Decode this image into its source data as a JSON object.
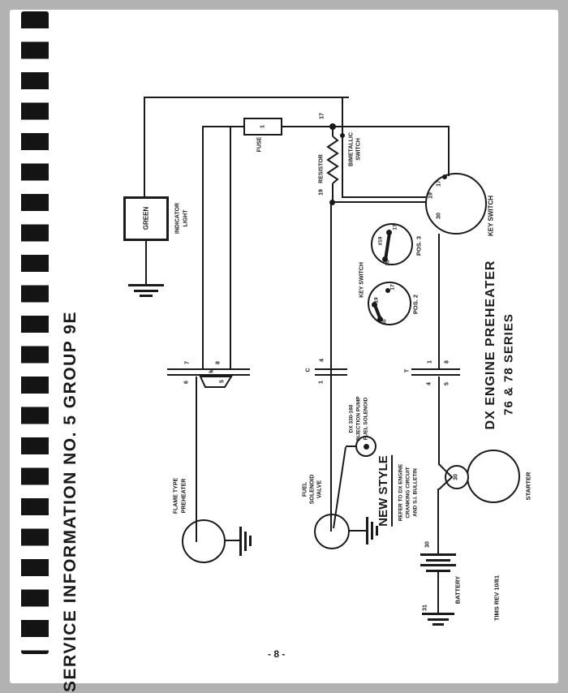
{
  "page": {
    "side_title": "SERVICE INFORMATION NO. 5 GROUP 9E",
    "page_number": "- 8 -",
    "revision_note": "TIMS REV 10/81",
    "caption": {
      "line1": "DX ENGINE PREHEATER",
      "line2": "76 & 78 SERIES"
    },
    "ink_color": "#1a1a1a"
  },
  "components": {
    "fuse": {
      "label": "FUSE",
      "value": "1"
    },
    "resistor": {
      "label": "RESISTOR"
    },
    "bimetallic_switch": {
      "line1": "BIMETALLIC",
      "line2": "SWITCH"
    },
    "junctions": {
      "t17": "17",
      "t19": "19"
    },
    "indicator_light": {
      "value": "GREEN",
      "line1": "INDICATOR",
      "line2": "LIGHT"
    },
    "key_switch": {
      "label": "KEY SWITCH",
      "t17": "17",
      "t19": "19",
      "t30": "30"
    },
    "pos_diagrams": {
      "label": "KEY SWITCH",
      "pos3": {
        "label": "POS. 3",
        "t17": "17",
        "t19": "#19",
        "t30": "30"
      },
      "pos2": {
        "label": "POS. 2",
        "t17": "17",
        "t19": "19",
        "t30": "30"
      }
    },
    "connector_m": {
      "designation": "M",
      "pin_top_left": "7",
      "pin_top_right": "8",
      "pin_bottom_left": "6",
      "pin_bottom_right": "5"
    },
    "connector_c": {
      "designation": "C",
      "pin_top": "4",
      "pin_bottom": "1"
    },
    "connector_t": {
      "designation": "T",
      "pin_top_left": "1",
      "pin_top_right": "8",
      "pin_bottom_left": "4",
      "pin_bottom_right": "5"
    },
    "flame_preheater": {
      "line1": "FLAME TYPE",
      "line2": "PREHEATER"
    },
    "fuel_solenoid_valve": {
      "line1": "FUEL",
      "line2": "SOLENOID",
      "line3": "VALVE"
    },
    "injection_pump": {
      "line1": "DX 330-160",
      "line2": "INJECTION PUMP",
      "line3": "FUEL SOLENOID"
    },
    "new_style": {
      "title": "NEW STYLE",
      "note1": "REFER TO DX ENGINE",
      "note2": "CRANKING CIRCUIT",
      "note3": "AND S.I. BULLETIN"
    },
    "starter": {
      "label": "STARTER",
      "t30": "30"
    },
    "battery": {
      "label": "BATTERY",
      "t30": "30",
      "t31": "31"
    }
  }
}
